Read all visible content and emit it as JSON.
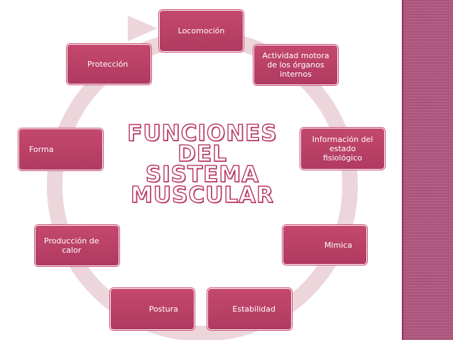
{
  "colors": {
    "node_fill": "#c4486e",
    "ring": "#ecd6dc",
    "title_stroke": "#b8355f",
    "sidebar": "#b0567f"
  },
  "title": {
    "lines": [
      "FUNCIONES DEL",
      "SISTEMA",
      "MUSCULAR"
    ]
  },
  "nodes": [
    {
      "id": "locomocion",
      "label": "Locomoción"
    },
    {
      "id": "actividad-motora",
      "label": "Actividad motora\nde los órganos\ninternos"
    },
    {
      "id": "informacion",
      "label": "Información del\nestado\nfisiológico"
    },
    {
      "id": "mimica",
      "label": "Mimica"
    },
    {
      "id": "estabilidad",
      "label": "Estabilidad"
    },
    {
      "id": "postura",
      "label": "Postura"
    },
    {
      "id": "produccion-calor",
      "label": "Producción de\ncalor"
    },
    {
      "id": "forma",
      "label": "Forma"
    },
    {
      "id": "proteccion",
      "label": "Protección"
    }
  ]
}
